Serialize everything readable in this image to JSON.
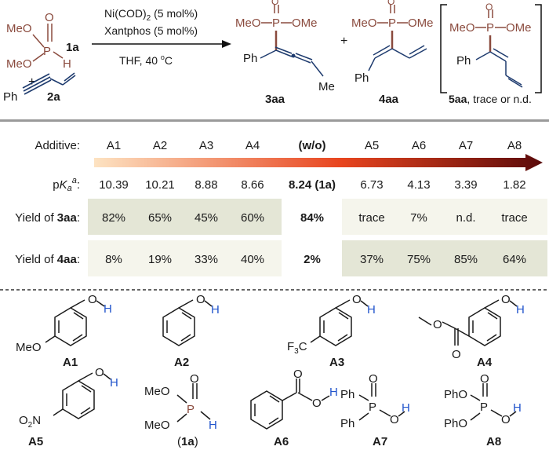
{
  "scheme": {
    "reagent1": {
      "substituents": [
        "MeO",
        "MeO"
      ],
      "center": "P",
      "h": "H",
      "o": "O",
      "label": "1a"
    },
    "plus": "+",
    "reagent2": {
      "ph": "Ph",
      "label": "2a"
    },
    "conditions": [
      "Ni(COD)",
      "2",
      " (5 mol%)",
      "Xantphos (5 mol%)",
      "THF, 40 ",
      "o",
      "C"
    ],
    "product3": {
      "meo": "MeO",
      "p": "P",
      "ome": "OMe",
      "o": "O",
      "ph": "Ph",
      "me": "Me",
      "label": "3aa"
    },
    "product4": {
      "meo": "MeO",
      "p": "P",
      "ome": "OMe",
      "o": "O",
      "ph": "Ph",
      "label": "4aa"
    },
    "product5": {
      "meo": "MeO",
      "p": "P",
      "ome": "OMe",
      "o": "O",
      "ph": "Ph",
      "label": "5aa",
      "note": ", trace or n.d."
    }
  },
  "table": {
    "colors": {
      "gradient_start": "#fde3c2",
      "gradient_mid": "#e8451f",
      "gradient_end": "#5a0a0a",
      "cell_a": "#e4e6d6",
      "cell_b": "#f5f5ec"
    },
    "additive_label": "Additive:",
    "pka_label_parts": [
      "p",
      "K",
      "a",
      "a",
      ":"
    ],
    "yield3_label_parts": [
      "Yield of ",
      "3aa",
      ":"
    ],
    "yield4_label_parts": [
      "Yield of ",
      "4aa",
      ":"
    ],
    "columns": [
      {
        "name": "A1",
        "pka": "10.39",
        "y3": "82%",
        "y4": "8%"
      },
      {
        "name": "A2",
        "pka": "10.21",
        "y3": "65%",
        "y4": "19%"
      },
      {
        "name": "A3",
        "pka": "8.88",
        "y3": "45%",
        "y4": "33%"
      },
      {
        "name": "A4",
        "pka": "8.66",
        "y3": "60%",
        "y4": "40%"
      },
      {
        "name": "(w/o)",
        "pka": "8.24 (1a)",
        "y3": "84%",
        "y4": "2%"
      },
      {
        "name": "A5",
        "pka": "6.73",
        "y3": "trace",
        "y4": "37%"
      },
      {
        "name": "A6",
        "pka": "4.13",
        "y3": "7%",
        "y4": "75%"
      },
      {
        "name": "A7",
        "pka": "3.39",
        "y3": "n.d.",
        "y4": "85%"
      },
      {
        "name": "A8",
        "pka": "1.82",
        "y3": "trace",
        "y4": "64%"
      }
    ]
  },
  "additives": {
    "a1": {
      "label": "A1",
      "meo": "MeO",
      "o": "O",
      "h": "H"
    },
    "a2": {
      "label": "A2",
      "o": "O",
      "h": "H"
    },
    "a3": {
      "label": "A3",
      "cf3": "F",
      "cf3sub": "3",
      "c": "C",
      "o": "O",
      "h": "H"
    },
    "a4": {
      "label": "A4",
      "o1": "O",
      "o2": "O",
      "oh": "O",
      "h": "H"
    },
    "a5": {
      "label": "A5",
      "no2a": "O",
      "no2sub": "2",
      "no2b": "N",
      "o": "O",
      "h": "H"
    },
    "a1a": {
      "label": "(1a)",
      "meo1": "MeO",
      "meo2": "MeO",
      "p": "P",
      "o": "O",
      "h": "H"
    },
    "a6": {
      "label": "A6",
      "o1": "O",
      "o2": "O",
      "h": "H"
    },
    "a7": {
      "label": "A7",
      "ph1": "Ph",
      "ph2": "Ph",
      "p": "P",
      "o1": "O",
      "o2": "O",
      "h": "H"
    },
    "a8": {
      "label": "A8",
      "pho1": "PhO",
      "pho2": "PhO",
      "p": "P",
      "o1": "O",
      "o2": "O",
      "h": "H"
    }
  }
}
